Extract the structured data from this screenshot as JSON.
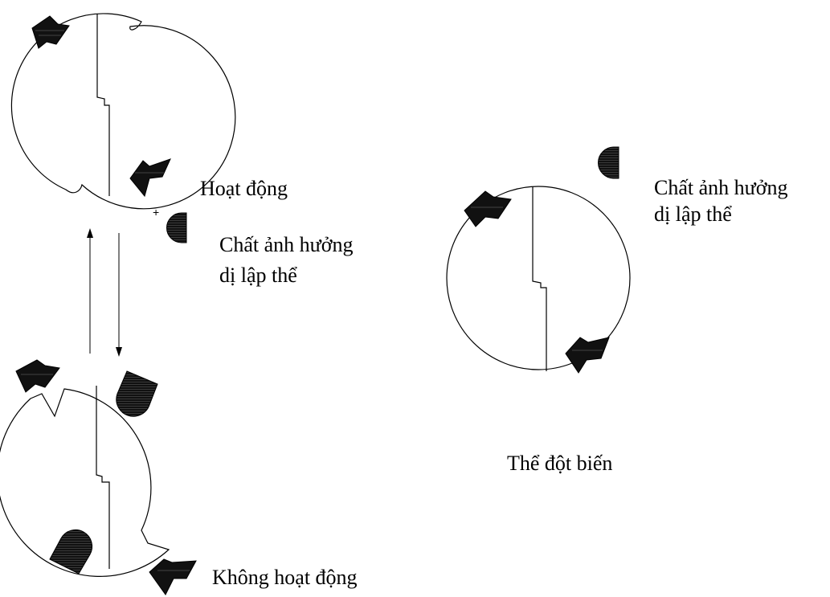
{
  "labels": {
    "active": "Hoạt động",
    "allosteric_effector_1": "Chất ảnh hưởng",
    "allosteric_effector_2": "dị lập thể",
    "inactive": "Không hoạt động",
    "mutant": "Thể đột biến",
    "mutant_effector_1": "Chất ảnh hưởng",
    "mutant_effector_2": "dị lập thể",
    "plus_sign": "+"
  },
  "colors": {
    "stroke": "#000000",
    "fill_dark": "#111111",
    "background": "#ffffff"
  }
}
